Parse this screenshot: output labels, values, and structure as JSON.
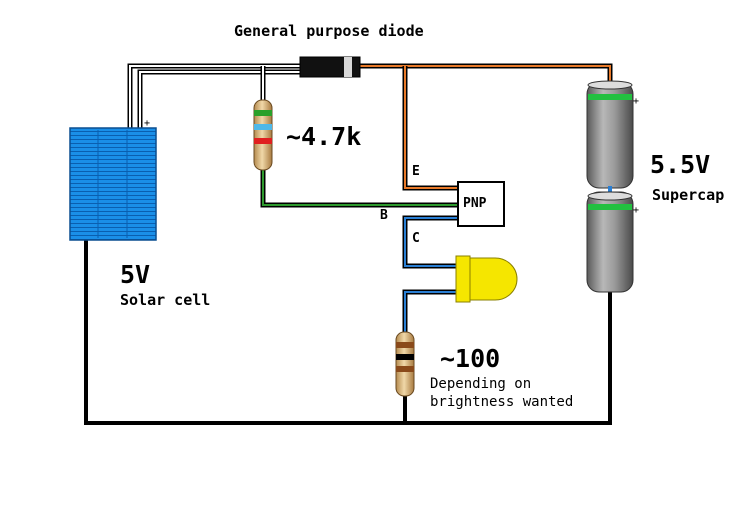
{
  "labels": {
    "diode": "General purpose diode",
    "r1_value": "~4.7k",
    "pnp": "PNP",
    "emitter": "E",
    "base": "B",
    "collector": "C",
    "solar_voltage": "5V",
    "solar_name": "Solar cell",
    "cap_voltage": "5.5V",
    "cap_name": "Supercap",
    "r2_value": "~100",
    "r2_note_1": "Depending on",
    "r2_note_2": "brightness wanted",
    "plus_solar": "+",
    "plus_cap_top": "+",
    "plus_cap_bottom": "+"
  },
  "colors": {
    "wire_positive": "#e87a2a",
    "wire_base": "#2e9a2e",
    "wire_collector": "#2a7fd4",
    "wire_ground": "#000000",
    "solar_panel": "#1a8fe8",
    "led": "#f5e600",
    "supercap_body": "#8a8a8a",
    "supercap_band": "#22c040"
  },
  "components": {
    "resistor_r1_bands": [
      "green",
      "light-blue",
      "red"
    ],
    "resistor_r2_bands": [
      "brown",
      "black",
      "brown"
    ]
  }
}
